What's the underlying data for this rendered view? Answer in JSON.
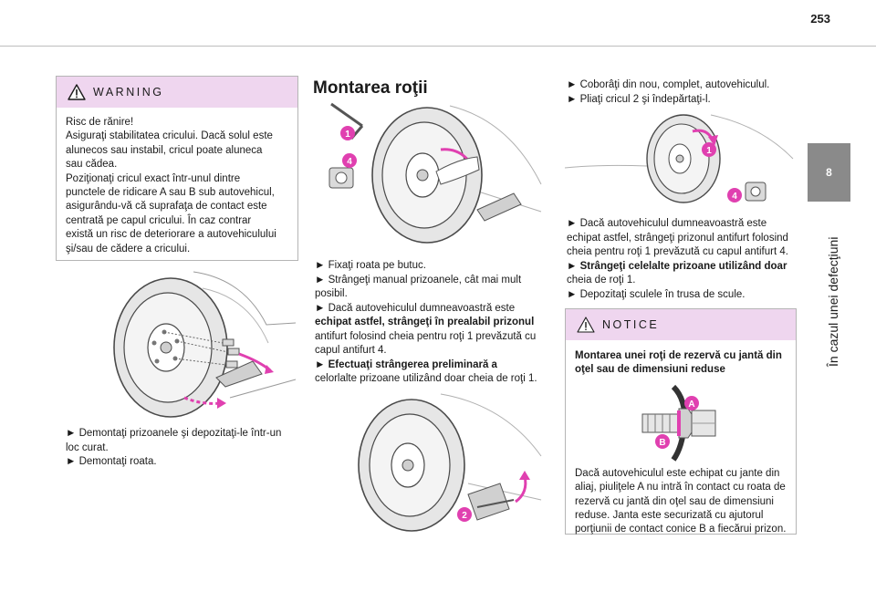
{
  "page": {
    "number": "253"
  },
  "chapter": {
    "tab_number": "8",
    "title": "În cazul unei defecţiuni"
  },
  "warning": {
    "label": "WARNING",
    "body": [
      "Risc de rănire!",
      "Asiguraţi stabilitatea cricului. Dacă solul este",
      "alunecos sau instabil, cricul poate aluneca",
      "sau cădea.",
      "Poziţionaţi cricul exact într-unul dintre",
      "punctele de ridicare A sau B sub autovehicul,",
      "asigurându-vă că suprafaţa de contact este",
      "centrată pe capul cricului. În caz contrar",
      "există un risc de deteriorare a autovehiculului",
      "şi/sau de cădere a cricului."
    ]
  },
  "left_steps": [
    "► Demontaţi prizoanele şi depozitaţi-le într-un",
    "loc curat.",
    "► Demontaţi roata."
  ],
  "middle": {
    "title": "Montarea roţii",
    "steps": [
      "► Fixaţi roata pe butuc.",
      "► Strângeţi manual prizoanele, cât mai mult",
      "posibil.",
      "► Dacă autovehiculul dumneavoastră este",
      "echipat astfel, strângeţi în prealabil prizonul",
      "antifurt folosind cheia pentru roţi 1 prevăzută cu",
      "capul antifurt 4.",
      "► Efectuaţi strângerea preliminară a",
      "celorlalte prizoane utilizând doar cheia de roţi 1."
    ]
  },
  "right": {
    "top_steps": [
      "► Coborâţi din nou, complet, autovehiculul.",
      "► Pliaţi cricul 2 şi îndepărtaţi-l."
    ],
    "bottom_steps": [
      "► Dacă autovehiculul dumneavoastră este",
      "echipat astfel, strângeţi prizonul antifurt folosind",
      "cheia pentru roţi 1 prevăzută cu capul antifurt 4.",
      "► Strângeţi celelalte prizoane utilizând doar",
      "cheia de roţi 1.",
      "► Depozitaţi sculele în trusa de scule."
    ]
  },
  "notice": {
    "label": "NOTICE",
    "heading": [
      "Montarea unei roţi de rezervă cu jantă din",
      "oţel sau de dimensiuni reduse"
    ],
    "body": [
      "Dacă autovehiculul este echipat cu jante din",
      "aliaj, piuliţele A nu intră în contact cu roata de",
      "rezervă cu jantă din oţel sau de dimensiuni",
      "reduse. Janta este securizată cu ajutorul",
      "porţiunii de contact conice B a fiecărui prizon."
    ]
  },
  "figure_markers": {
    "m1": "1",
    "m4": "4",
    "m2": "2",
    "mA": "A",
    "mB": "B"
  },
  "icons": {
    "warning": "warning-triangle-icon",
    "notice": "notice-triangle-icon"
  },
  "colors": {
    "accent_pink": "#e040b0",
    "box_header": "#efd6ef",
    "tab_gray": "#8a8a8a"
  }
}
